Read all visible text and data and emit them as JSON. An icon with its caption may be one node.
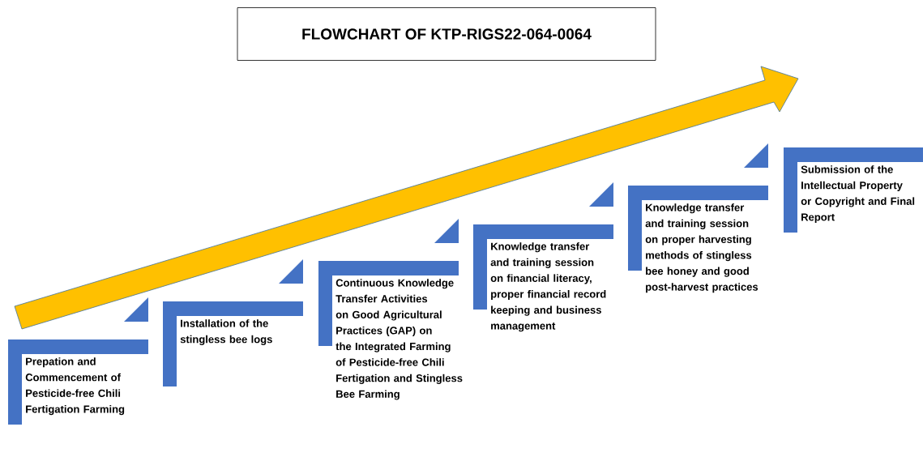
{
  "diagram": {
    "title": "FLOWCHART OF KTP-RIGS22-064-0064",
    "nodes": [
      {
        "text": [
          "Prepation and Commencement of Pesticide-free Chili Fertigation Farming"
        ]
      },
      {
        "text": [
          "Installation of the stingless bee logs"
        ]
      },
      {
        "text": [
          "Continuous Knowledge Transfer Activities on Good Agricultural Practices (GAP) on the Integrated Farming of Pesticide-free Chili Fertigation and Stingless Bee Farming"
        ]
      },
      {
        "text": [
          "Knowledge transfer and training session on financial literacy, proper financial record keeping and business management"
        ]
      },
      {
        "text": [
          "Knowledge transfer and training session on proper harvesting methods of stingless bee honey and good post-harvest practices"
        ]
      },
      {
        "text": [
          "Submission of the Intellectual Property or Copyright and Final Report"
        ]
      }
    ]
  }
}
